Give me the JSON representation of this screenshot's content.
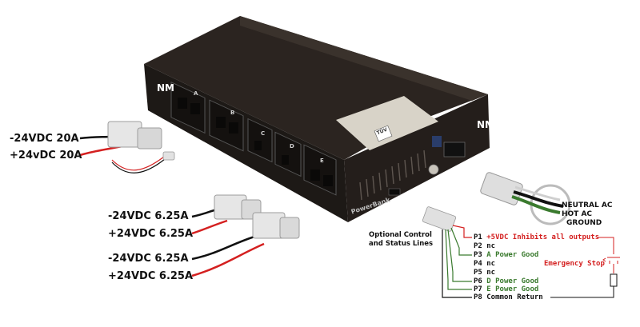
{
  "dc_outputs": [
    {
      "neg": "-24VDC 20A",
      "pos": "+24vDC 20A"
    },
    {
      "neg": "-24VDC 6.25A",
      "pos": "+24VDC 6.25A"
    },
    {
      "neg": "-24VDC 6.25A",
      "pos": "+24VDC 6.25A"
    }
  ],
  "control": {
    "title_line1": "Optional Control",
    "title_line2": "and Status Lines"
  },
  "pins": [
    {
      "id": "P1",
      "desc": "+5VDC Inhibits all outputs",
      "color": "red"
    },
    {
      "id": "P2",
      "desc": "nc",
      "color": "black"
    },
    {
      "id": "P3",
      "desc": "A Power Good",
      "color": "green"
    },
    {
      "id": "P4",
      "desc": "nc",
      "color": "black"
    },
    {
      "id": "P5",
      "desc": "nc",
      "color": "black"
    },
    {
      "id": "P6",
      "desc": "D Power Good",
      "color": "green"
    },
    {
      "id": "P7",
      "desc": "E Power Good",
      "color": "green"
    },
    {
      "id": "P8",
      "desc": "Common Return",
      "color": "black"
    }
  ],
  "emergency_stop": "Emergency Stop",
  "ac_input": [
    "NEUTRAL AC",
    "HOT AC",
    "GROUND"
  ],
  "unit": {
    "brand": "PowerBank",
    "logo": "NM",
    "slots": [
      "A",
      "B",
      "C",
      "D",
      "E"
    ],
    "cert": "TÜV"
  },
  "colors": {
    "red_label": "#d42020",
    "green_label": "#3a7a2e",
    "chassis": "#2b2420"
  }
}
